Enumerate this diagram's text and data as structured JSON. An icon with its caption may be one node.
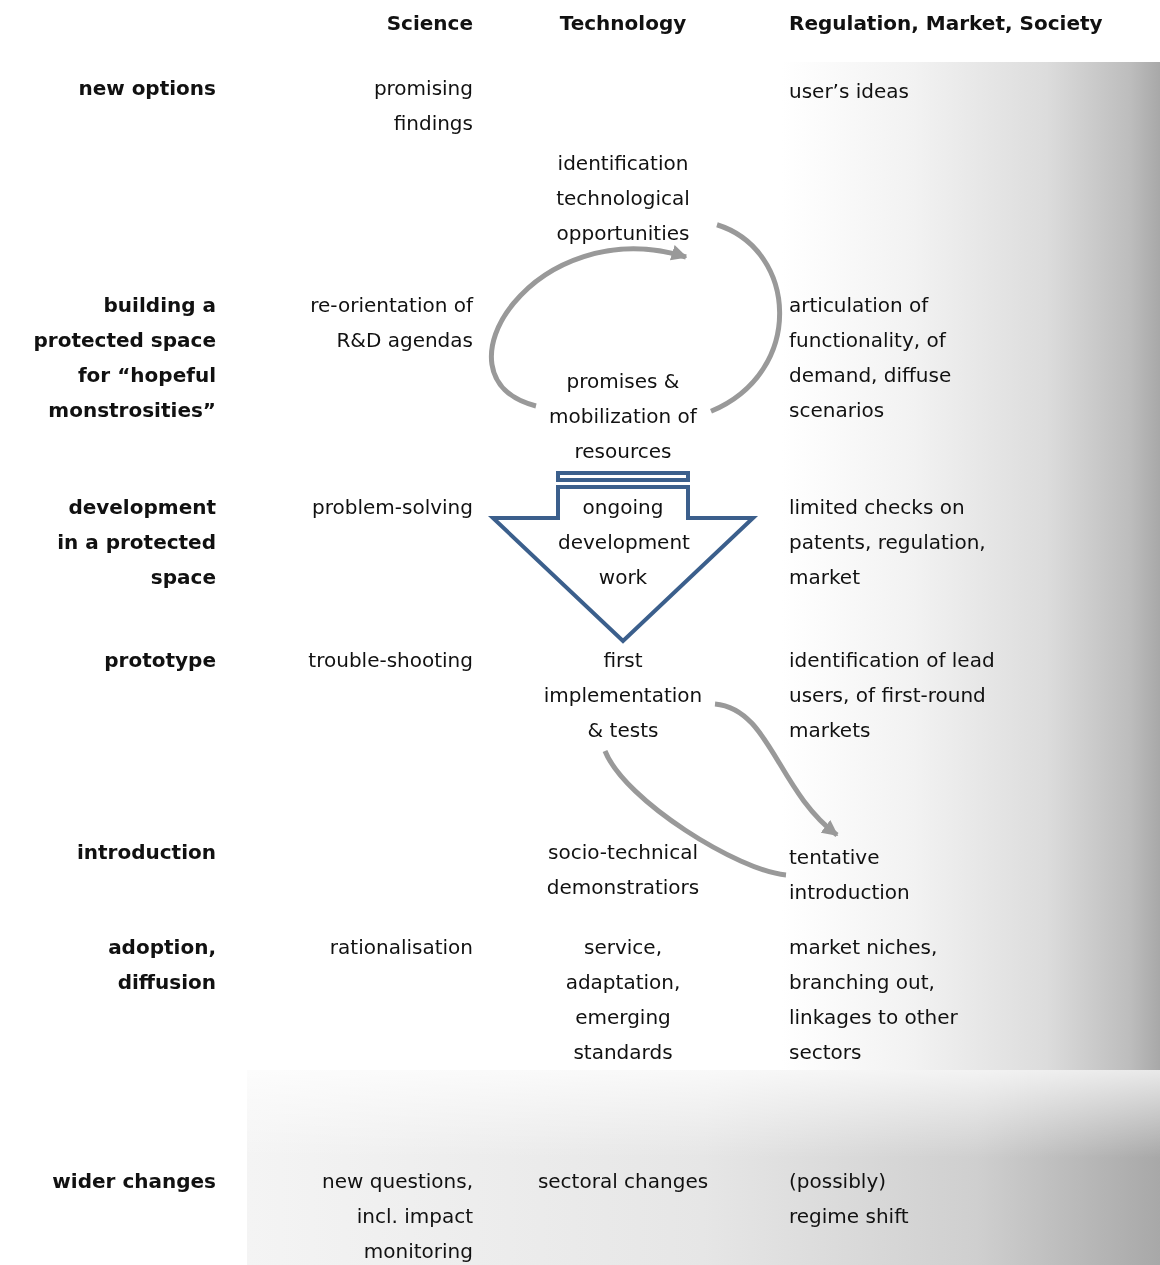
{
  "diagram": {
    "nodes": [
      {
        "text": [
          "identification technological opportunities"
        ]
      },
      {
        "text": [
          "promises & mobilization of resources"
        ]
      },
      {
        "text": [
          "first implementation & tests"
        ]
      },
      {
        "text": [
          "tentative introduction"
        ]
      }
    ],
    "edges": [
      {
        "from": 1,
        "to": 0,
        "arrow": "to"
      },
      {
        "from": 0,
        "to": 1,
        "arrow": "none"
      },
      {
        "from": 1,
        "to": 2,
        "arrow": "to",
        "style": "thick",
        "color": "#3b5f8c"
      },
      {
        "from": 2,
        "to": 3,
        "arrow": "to"
      },
      {
        "from": 3,
        "to": 2,
        "arrow": "none"
      }
    ],
    "labels": [
      "Science",
      "Technology",
      "Regulation, Market, Society",
      "new options",
      "promising findings",
      "user’s ideas",
      "building a protected space for “hopeful monstrosities”",
      "re-orientation of R&D agendas",
      "articulation of functionality, of demand, diffuse scenarios",
      "development in a protected space",
      "problem-solving",
      "ongoing development work",
      "limited checks on patents, regulation, market",
      "prototype",
      "trouble-shooting",
      "identification of lead users, of first-round markets",
      "introduction",
      "socio-technical demonstratiors",
      "adoption, diffusion",
      "rationalisation",
      "service, adaptation, emerging standards",
      "market niches, branching out, linkages to other sectors",
      "wider changes",
      "new questions, incl. impact monitoring",
      "sectoral changes",
      "(possibly) regime shift"
    ]
  }
}
